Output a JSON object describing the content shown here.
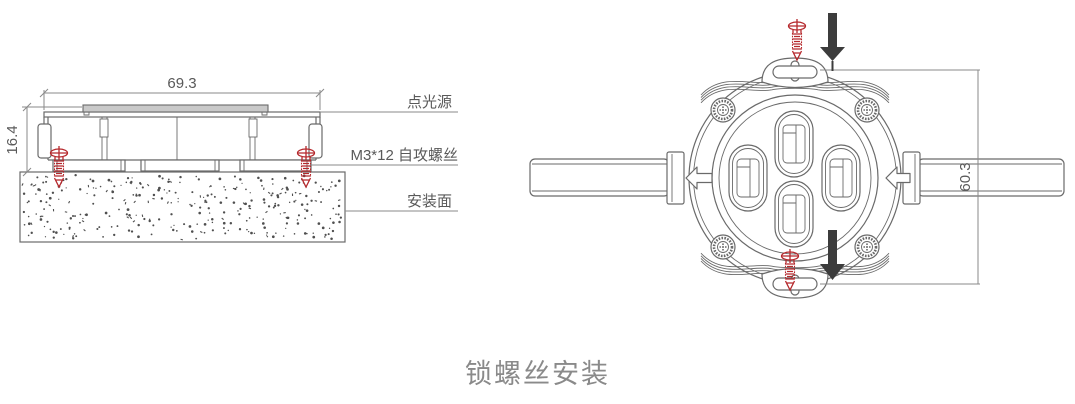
{
  "caption": "锁螺丝安装",
  "colors": {
    "background": "#ffffff",
    "line": "#6a6a6a",
    "dimension_line": "#8a8a8a",
    "label_text": "#595959",
    "screw_red": "#b5282c",
    "arrow_black": "#3c3c3c",
    "caption_gray": "#8a8a8a",
    "lens_fill": "#c9c9c9"
  },
  "side_view": {
    "width_dim": "69.3",
    "height_dim": "16.4",
    "labels": {
      "light_source": "点光源",
      "screw_spec": "M3*12 自攻螺丝",
      "mounting_surface": "安装面"
    }
  },
  "front_view": {
    "height_dim": "60.3"
  }
}
